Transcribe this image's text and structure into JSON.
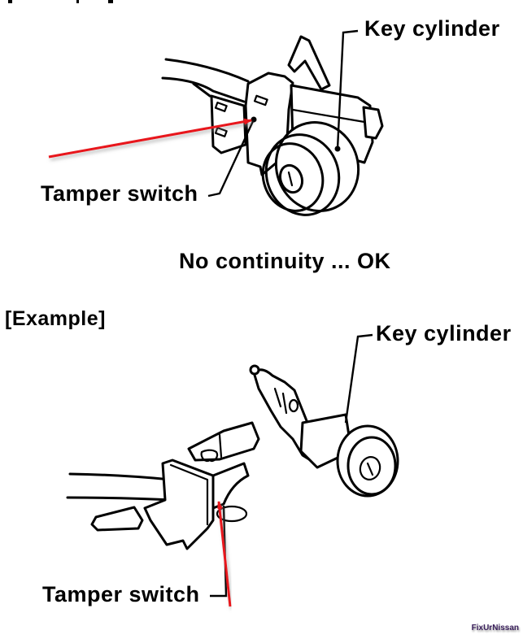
{
  "top_diagram": {
    "labels": {
      "key_cylinder": "Key cylinder",
      "tamper_switch": "Tamper switch"
    },
    "caption": "No continuity ... OK"
  },
  "bottom_diagram": {
    "section_label": "[Example]",
    "labels": {
      "key_cylinder": "Key cylinder",
      "tamper_switch": "Tamper switch"
    }
  },
  "watermark": "FixUrNissan",
  "colors": {
    "annotation_arrow": "#e8141a",
    "line_art": "#000000",
    "watermark": "#3a1f5c"
  }
}
